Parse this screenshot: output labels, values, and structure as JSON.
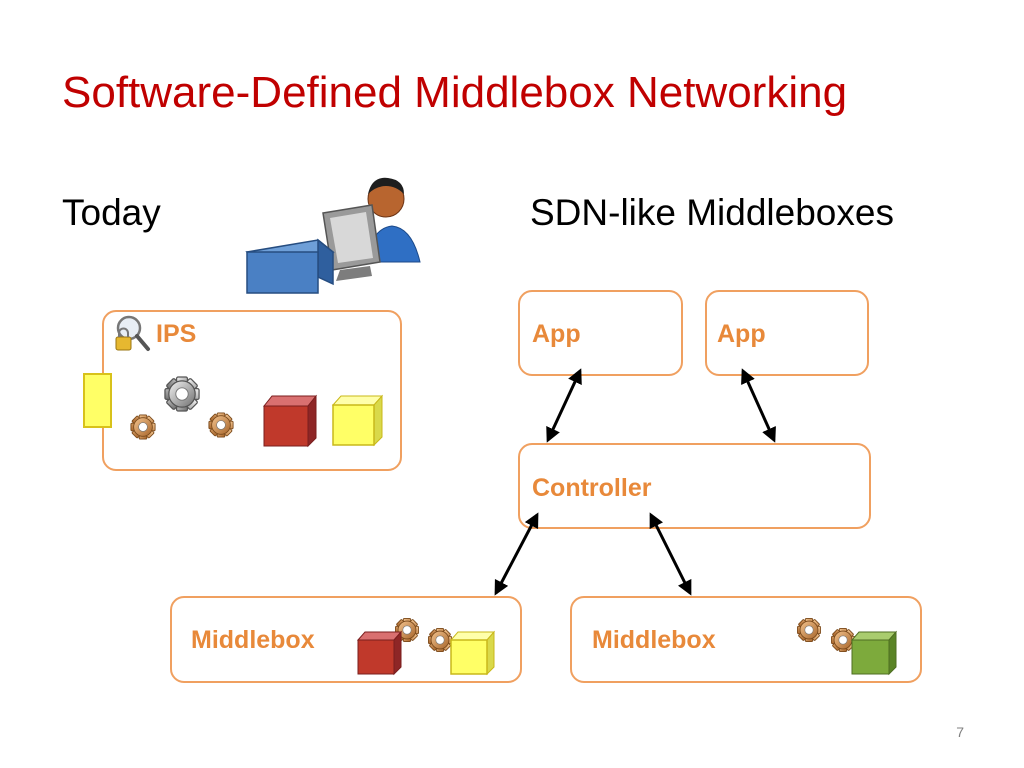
{
  "slide": {
    "title": "Software-Defined Middlebox Networking",
    "page_number": "7"
  },
  "today": {
    "heading": "Today",
    "ips_label": "IPS"
  },
  "sdn": {
    "heading": "SDN-like Middleboxes",
    "app_left_label": "App",
    "app_right_label": "App",
    "controller_label": "Controller",
    "middlebox_left_label": "Middlebox",
    "middlebox_right_label": "Middlebox"
  },
  "colors": {
    "title": "#c00000",
    "box_border": "#f0a060",
    "label": "#e8893a",
    "red_cube": "#c0392b",
    "yellow_cube": "#ffff66",
    "green_cube": "#7daa3c",
    "gear_orange": "#d4924a",
    "gear_gray": "#9a9a9a"
  }
}
